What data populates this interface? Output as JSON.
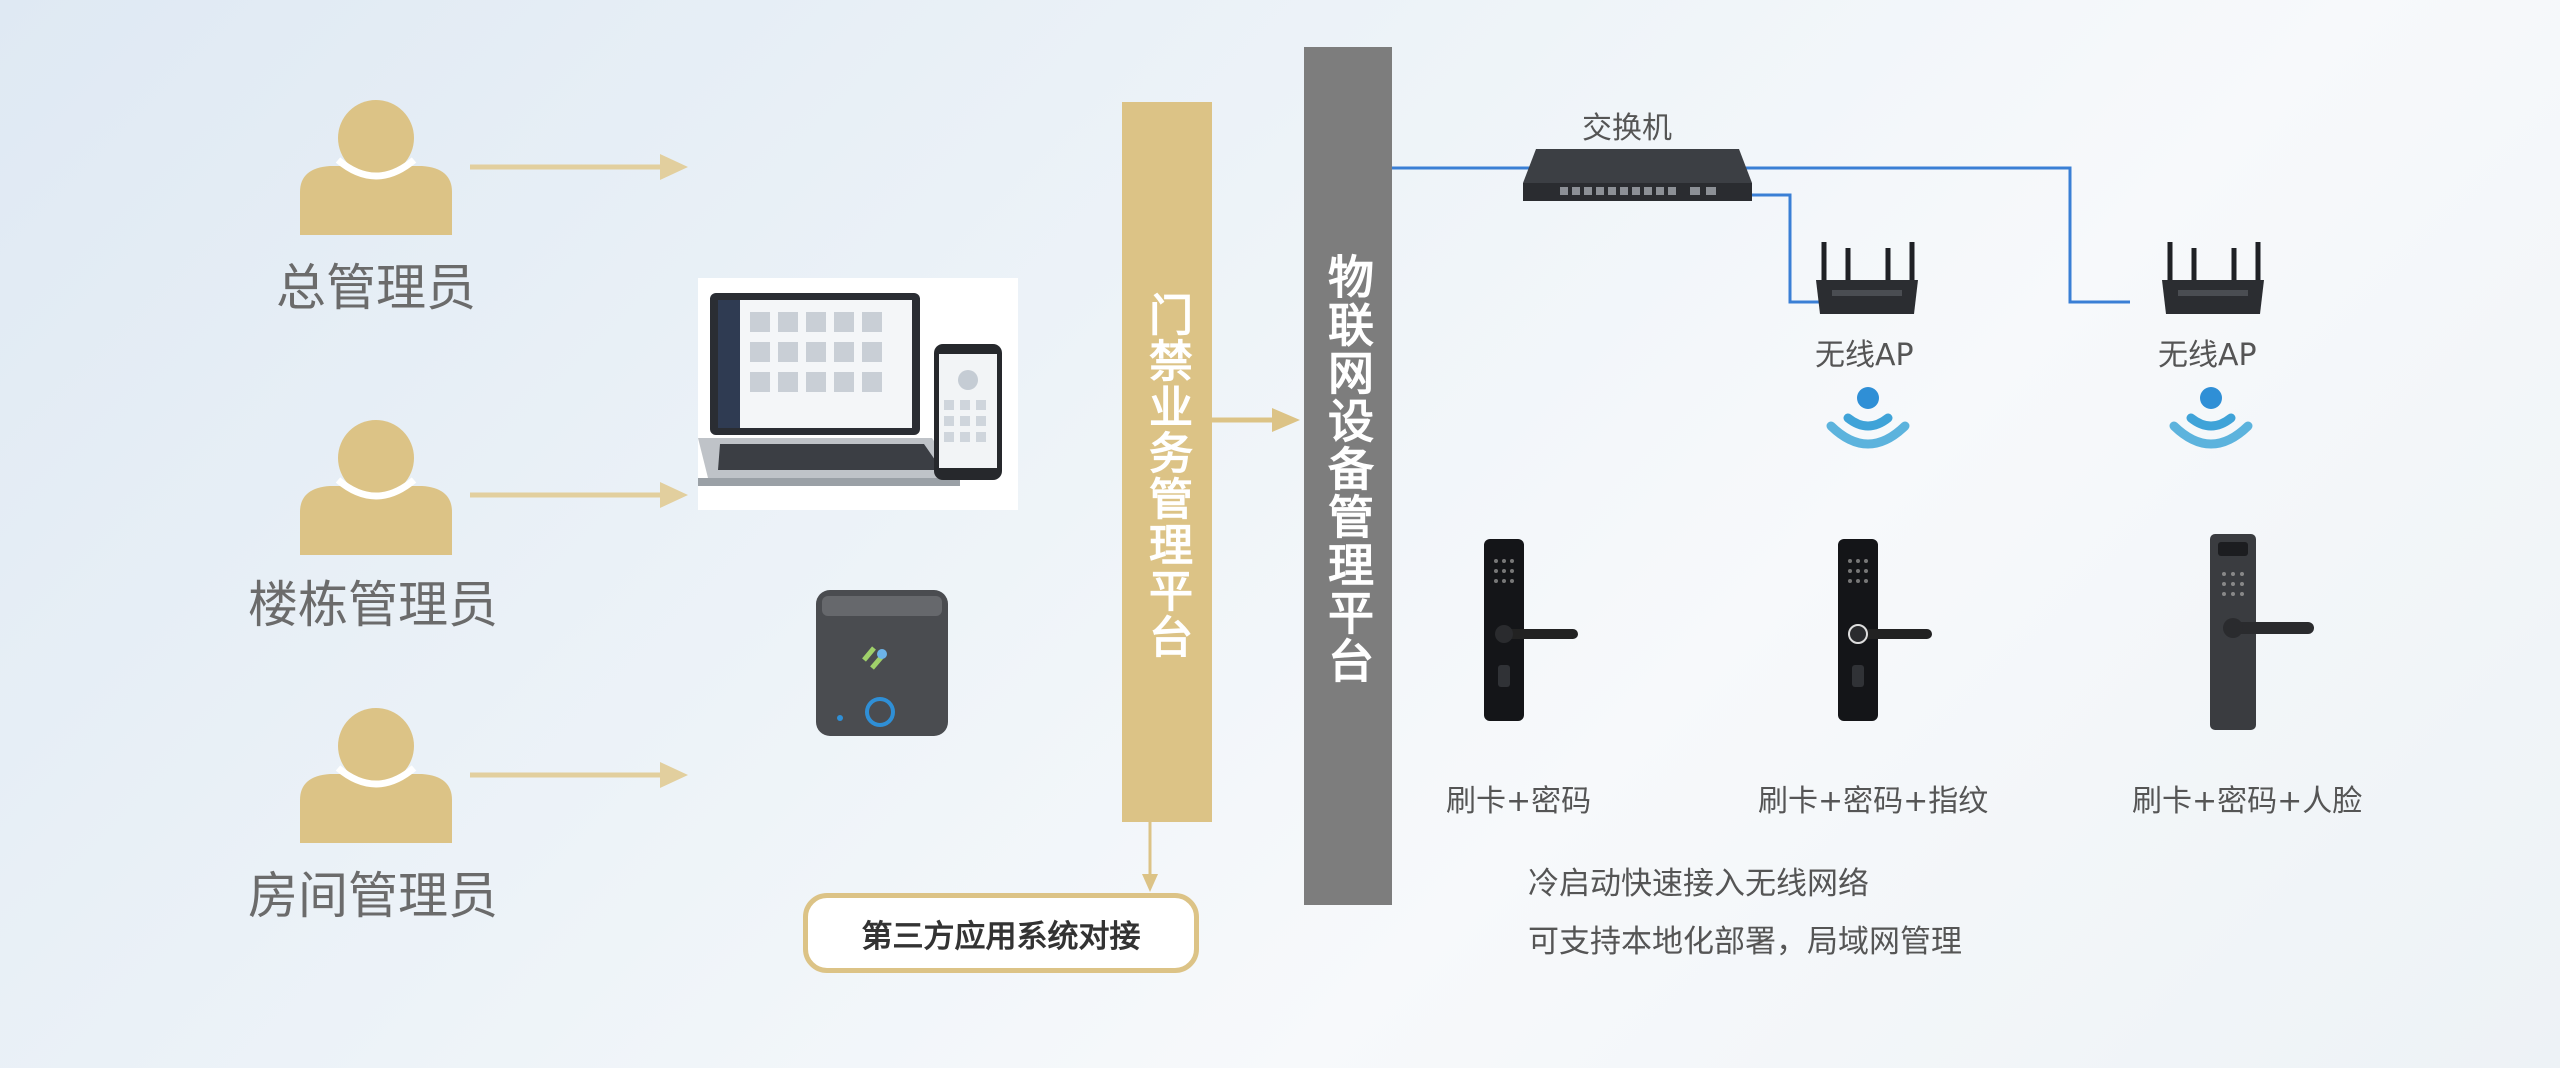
{
  "roles": [
    "总管理员",
    "楼栋管理员",
    "房间管理员"
  ],
  "access_platform": "门禁业务管理平台",
  "iot_platform": "物联网设备管理平台",
  "third_party": "第三方应用系统对接",
  "switch_label": "交换机",
  "ap_labels": [
    "无线AP",
    "无线AP"
  ],
  "locks": [
    "刷卡+密码",
    "刷卡+密码+指纹",
    "刷卡+密码+人脸"
  ],
  "notes": [
    "冷启动快速接入无线网络",
    "可支持本地化部署，局域网管理"
  ],
  "icons": [
    "person-icon",
    "laptop-icon",
    "phone-icon",
    "gateway-icon",
    "switch-icon",
    "router-icon",
    "wifi-icon",
    "door-lock-icon"
  ],
  "colors": {
    "gold": "#dcc386",
    "gray_bar": "#7d7d7d",
    "blue_line": "#3a7fd5",
    "wifi_blue": "#2f8fd6"
  }
}
